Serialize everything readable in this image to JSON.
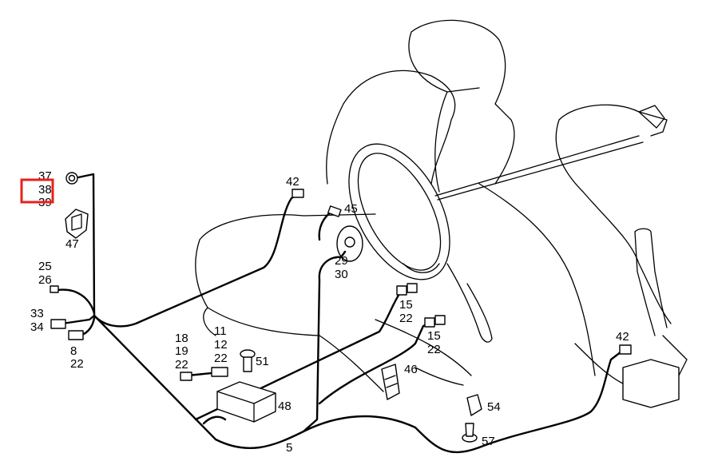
{
  "highlight_color": "#e8201c",
  "callouts": {
    "c37": "37",
    "c38": "38",
    "c39": "39",
    "c47": "47",
    "c25": "25",
    "c26": "26",
    "c33": "33",
    "c34": "34",
    "c8": "8",
    "c22a": "22",
    "c42a": "42",
    "c45": "45",
    "c29": "29",
    "c30": "30",
    "c15a": "15",
    "c22b": "22",
    "c15b": "15",
    "c22c": "22",
    "c18": "18",
    "c19": "19",
    "c22d": "22",
    "c11": "11",
    "c12": "12",
    "c22e": "22",
    "c51": "51",
    "c46": "46",
    "c48": "48",
    "c5": "5",
    "c54": "54",
    "c57": "57",
    "c42b": "42"
  }
}
